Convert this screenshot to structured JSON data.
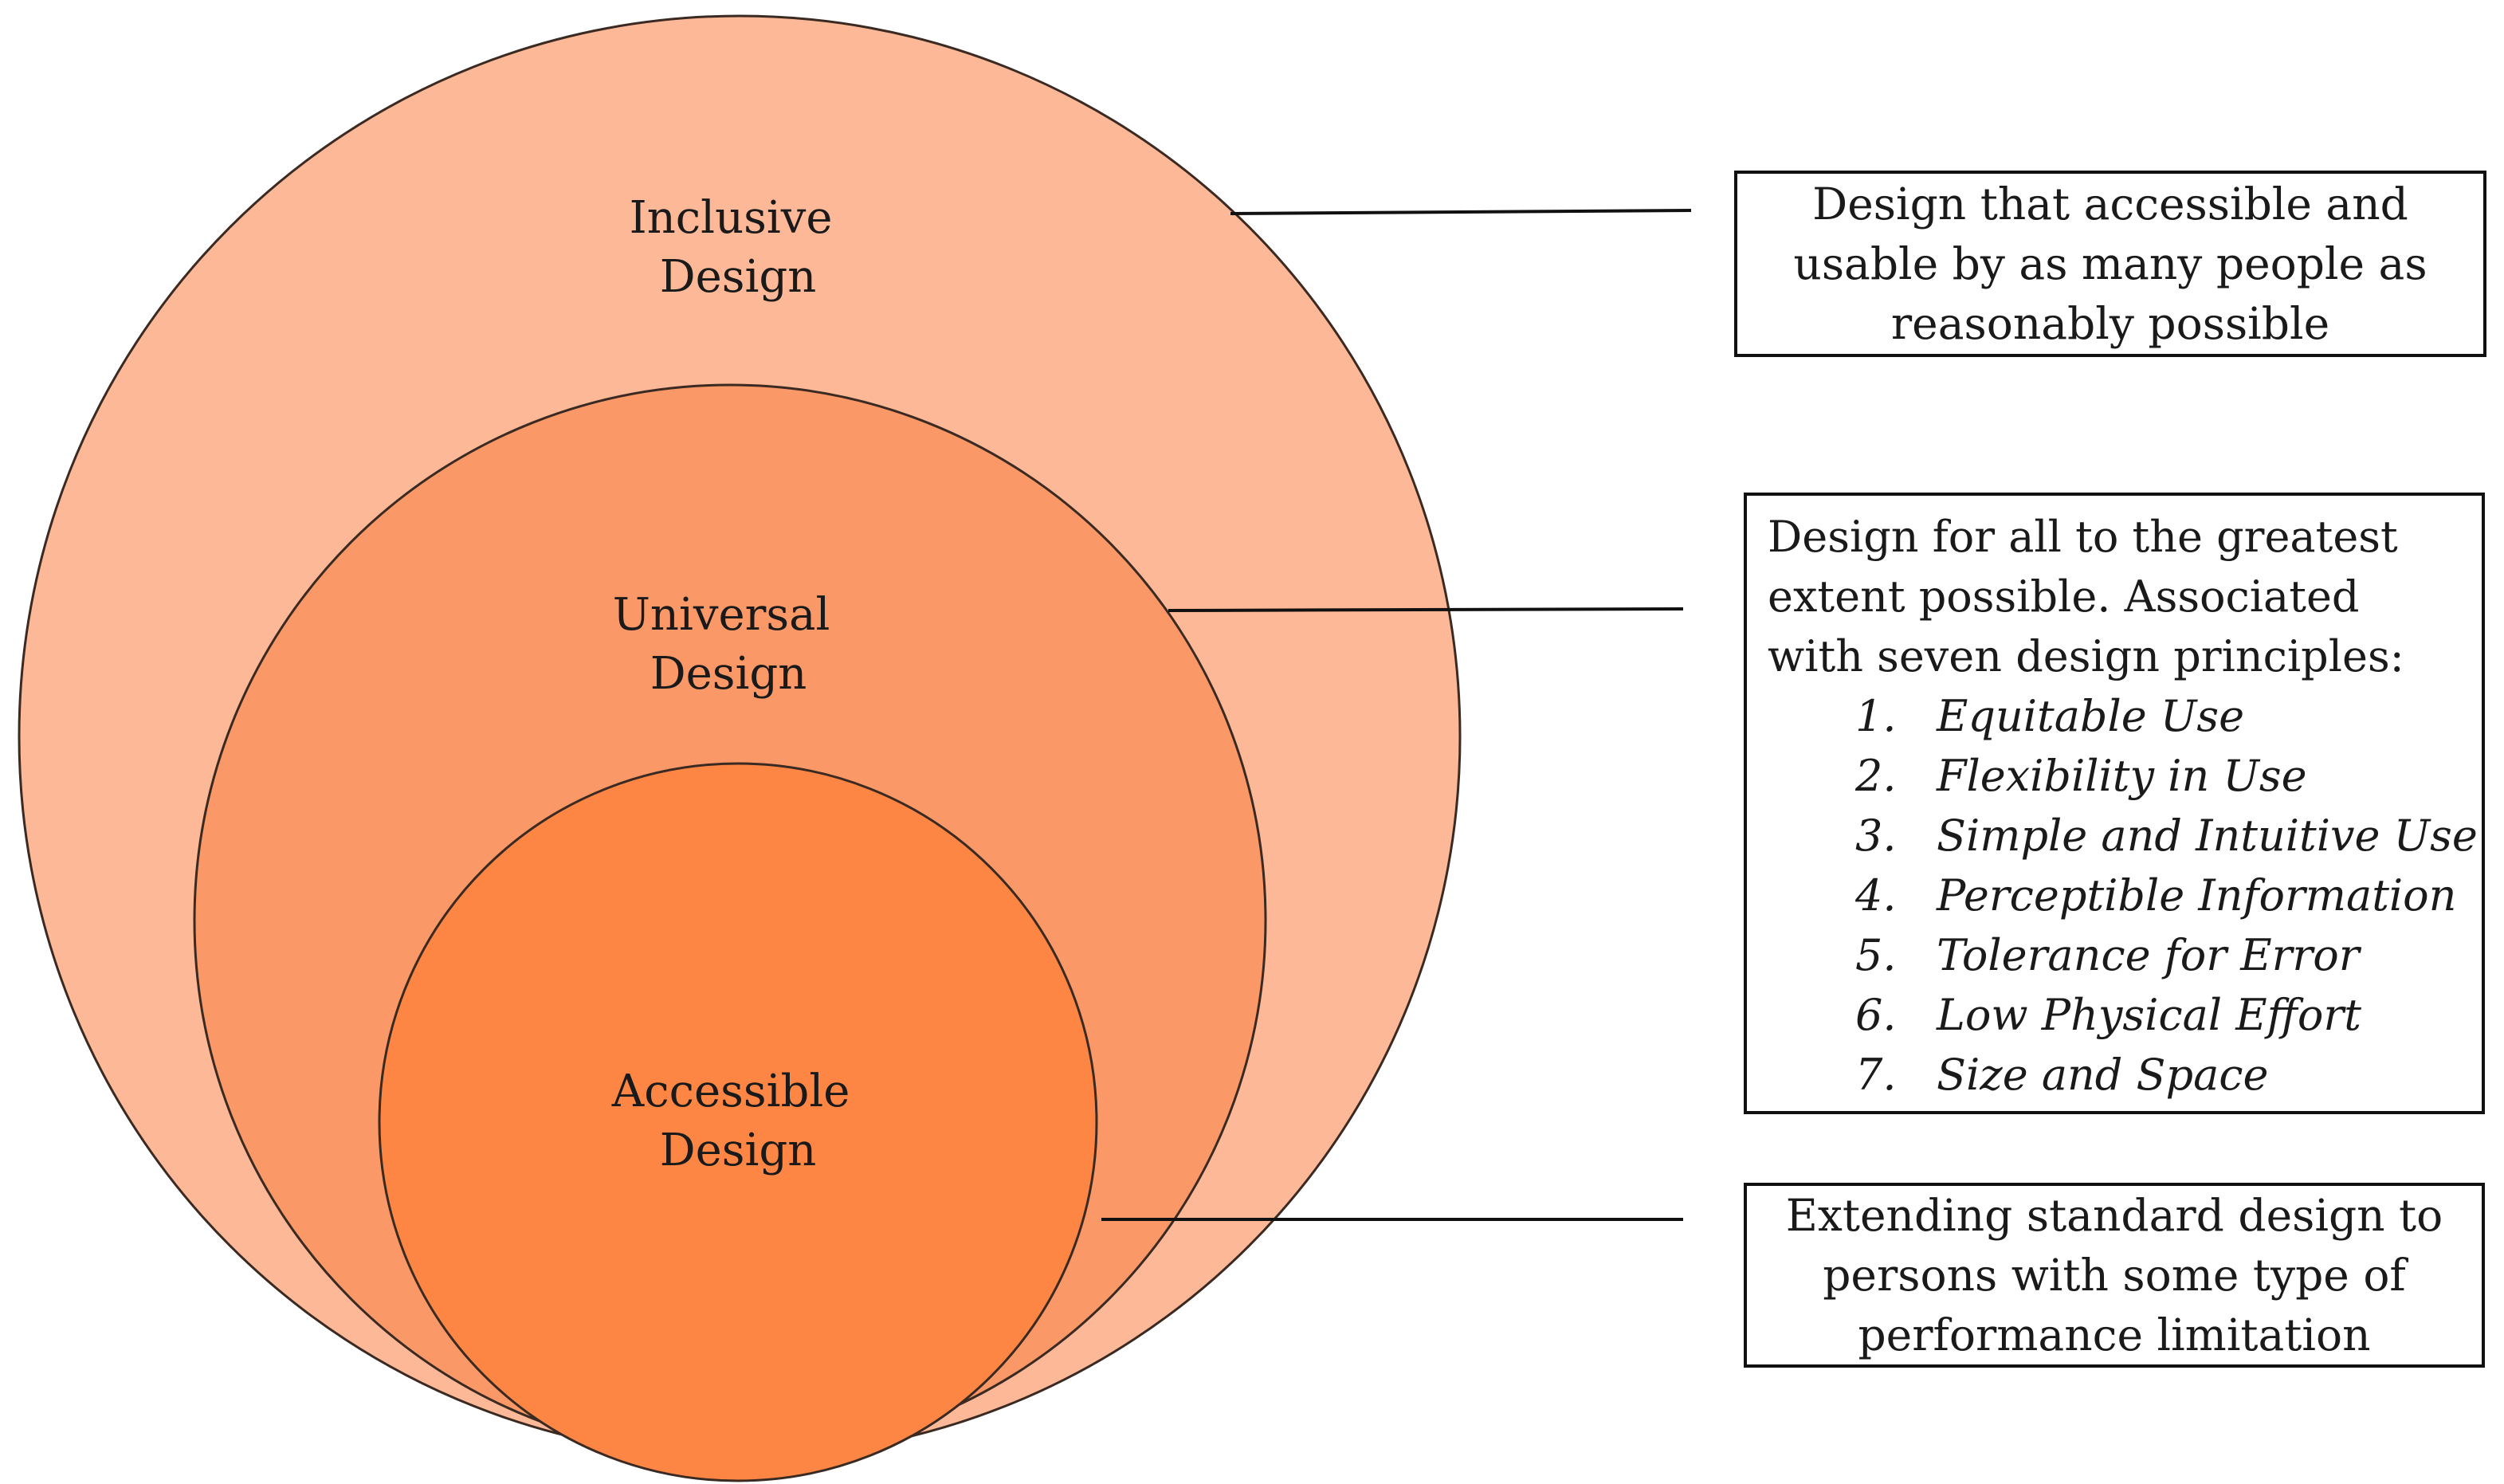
{
  "circles": {
    "inclusive": {
      "label_lines": [
        "Inclusive",
        "Design"
      ],
      "color": "#FDB898"
    },
    "universal": {
      "label_lines": [
        "Universal",
        "Design"
      ],
      "color": "#FB9867"
    },
    "accessible": {
      "label_lines": [
        "Accessible",
        "Design"
      ],
      "color": "#FE8645"
    }
  },
  "boxes": {
    "inclusive": {
      "lines": [
        "Design that accessible and",
        "usable by as many people as",
        "reasonably possible"
      ]
    },
    "universal": {
      "intro_lines": [
        "Design for all to the greatest",
        "extent possible. Associated",
        "with seven design principles:"
      ],
      "principles": [
        {
          "num": "1.",
          "text": "Equitable Use"
        },
        {
          "num": "2.",
          "text": "Flexibility in Use"
        },
        {
          "num": "3.",
          "text": "Simple and Intuitive Use"
        },
        {
          "num": "4.",
          "text": "Perceptible Information"
        },
        {
          "num": "5.",
          "text": "Tolerance for Error"
        },
        {
          "num": "6.",
          "text": "Low Physical Effort"
        },
        {
          "num": "7.",
          "text": "Size and Space"
        }
      ]
    },
    "accessible": {
      "lines": [
        "Extending standard design to",
        "persons with some type of",
        "performance limitation"
      ]
    }
  },
  "colors": {
    "outline": "#3a2a22",
    "connector": "#111111"
  }
}
